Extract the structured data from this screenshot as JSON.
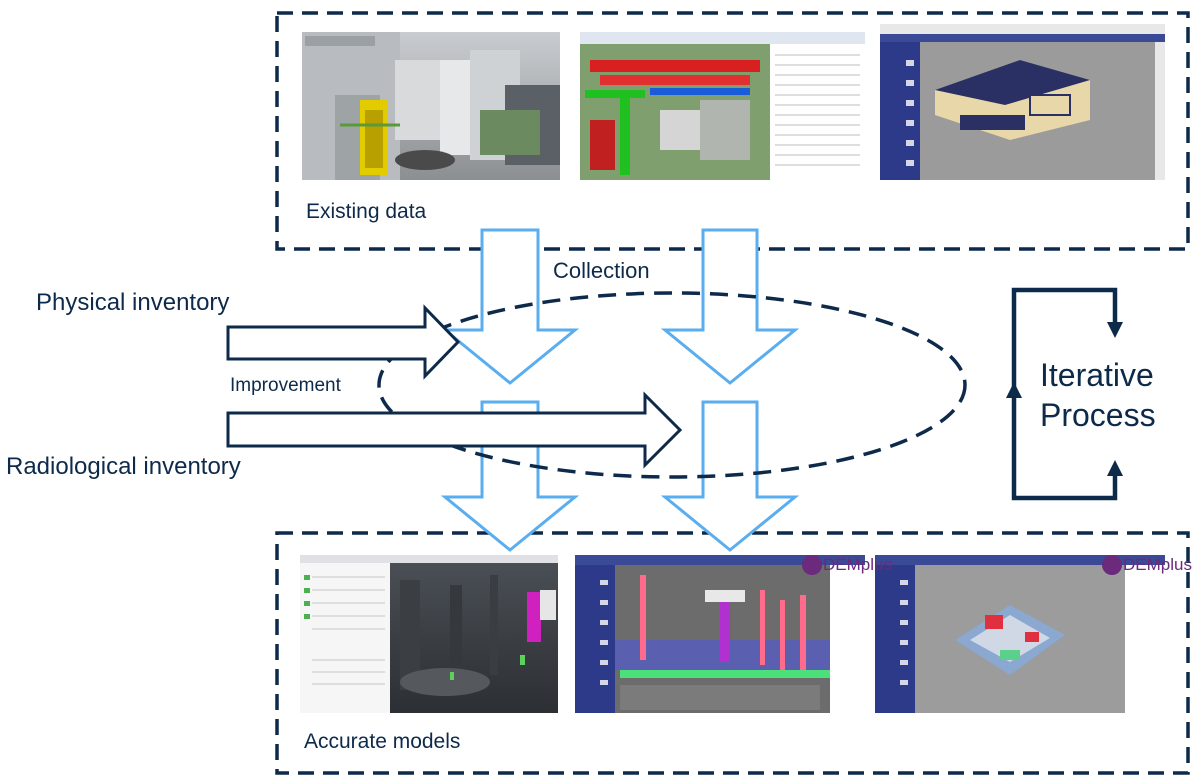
{
  "sections": {
    "existing_label": "Existing data",
    "accurate_label": "Accurate models"
  },
  "flow": {
    "collection_label": "Collection",
    "physical_label": "Physical inventory",
    "improvement_label": "Improvement",
    "radiological_label": "Radiological inventory"
  },
  "iterative": {
    "line1": "Iterative",
    "line2": "Process"
  },
  "logos": {
    "dem_1": "DEMplus",
    "dem_2": "DEMplus"
  },
  "colors": {
    "navy": "#0d2a4a",
    "arrow_blue": "#5aaef0",
    "white": "#ffffff"
  }
}
